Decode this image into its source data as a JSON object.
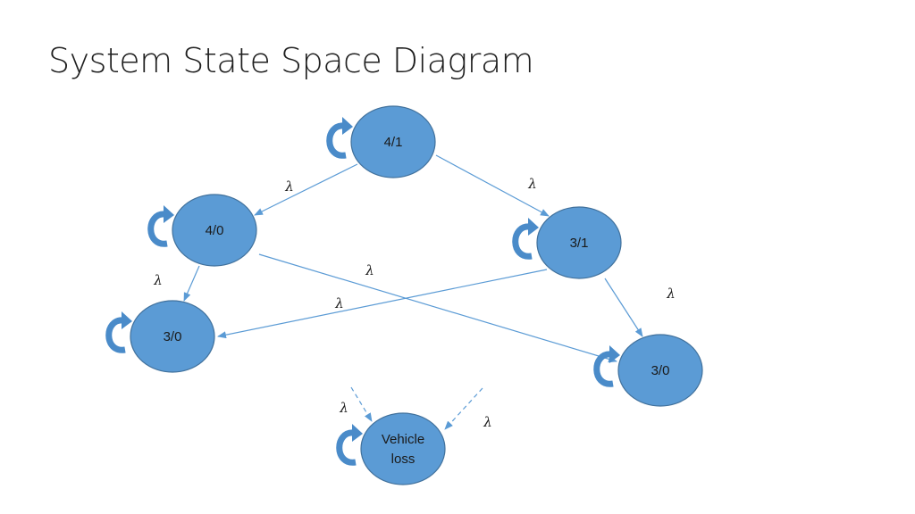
{
  "title": "System State Space Diagram",
  "colors": {
    "node_fill": "#5b9bd5",
    "node_stroke": "#41719c",
    "edge": "#5b9bd5",
    "self_loop": "#4a8bc9"
  },
  "nodes": [
    {
      "id": "s41",
      "label_lines": [
        "4/1"
      ]
    },
    {
      "id": "s40",
      "label_lines": [
        "4/0"
      ]
    },
    {
      "id": "s31",
      "label_lines": [
        "3/1"
      ]
    },
    {
      "id": "s30a",
      "label_lines": [
        "3/0"
      ]
    },
    {
      "id": "s30b",
      "label_lines": [
        "3/0"
      ]
    },
    {
      "id": "loss",
      "label_lines": [
        "Vehicle",
        "loss"
      ]
    }
  ],
  "edges": [
    {
      "from": "s41",
      "to": "s40",
      "label": "λ",
      "style": "solid"
    },
    {
      "from": "s41",
      "to": "s31",
      "label": "λ",
      "style": "solid"
    },
    {
      "from": "s40",
      "to": "s30a",
      "label": "λ",
      "style": "solid"
    },
    {
      "from": "s40",
      "to": "s30b",
      "label": "λ",
      "style": "solid"
    },
    {
      "from": "s31",
      "to": "s30a",
      "label": "λ",
      "style": "solid"
    },
    {
      "from": "s31",
      "to": "s30b",
      "label": "λ",
      "style": "solid"
    },
    {
      "from": "",
      "to": "loss",
      "label": "λ",
      "style": "dashed"
    },
    {
      "from": "",
      "to": "loss",
      "label": "λ",
      "style": "dashed"
    }
  ]
}
